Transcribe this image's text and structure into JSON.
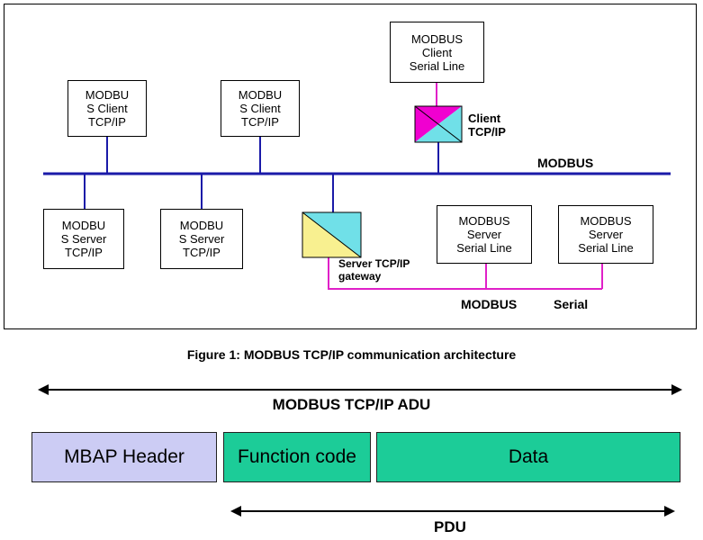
{
  "diagram": {
    "clients": [
      {
        "label": "MODBU\nS Client\nTCP/IP"
      },
      {
        "label": "MODBU\nS Client\nTCP/IP"
      }
    ],
    "serial_client": {
      "label": "MODBUS\nClient\nSerial Line"
    },
    "client_gateway_label": "Client\nTCP/IP",
    "bus_label": "MODBUS",
    "servers": [
      {
        "label": "MODBU\nS Server\nTCP/IP"
      },
      {
        "label": "MODBU\nS Server\nTCP/IP"
      }
    ],
    "serial_servers": [
      {
        "label": "MODBUS\nServer\nSerial Line"
      },
      {
        "label": "MODBUS\nServer\nSerial Line"
      }
    ],
    "server_gateway_label": "Server  TCP/IP\ngateway",
    "serial_bus_label_1": "MODBUS",
    "serial_bus_label_2": "Serial",
    "colors": {
      "bus": "#1a1aa8",
      "serial": "#e020c8",
      "gateway_top": "#f000d0",
      "gateway_cyan": "#70e0e8",
      "gateway_yellow": "#f8f090"
    }
  },
  "caption": "Figure 1: MODBUS TCP/IP communication architecture",
  "adu": {
    "label": "MODBUS TCP/IP ADU",
    "segments": [
      {
        "label": "MBAP Header",
        "color": "#ccccf4"
      },
      {
        "label": "Function code",
        "color": "#1ccc98"
      },
      {
        "label": "Data",
        "color": "#1ccc98"
      }
    ],
    "pdu_label": "PDU"
  }
}
